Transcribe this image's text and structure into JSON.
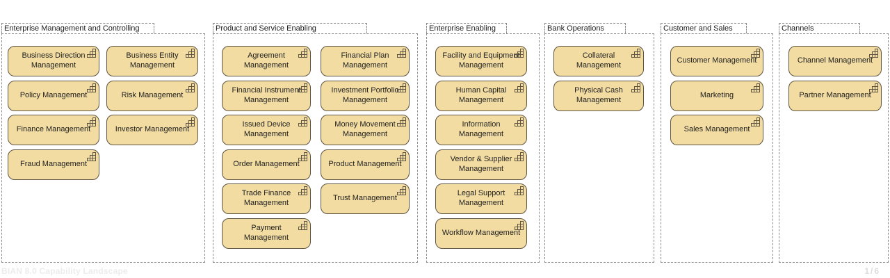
{
  "footer": {
    "title": "BIAN 8.0 Capability Landscape",
    "page": "1/6"
  },
  "colors": {
    "capability_fill": "#f2dca2",
    "capability_border": "#5d5342",
    "group_border": "#8a8a8a",
    "footer_text": "#ececec"
  },
  "diagram": {
    "groups": [
      {
        "label": "Enterprise Management and Controlling",
        "columns": 2,
        "items": [
          "Business Direction Management",
          "Business Entity Management",
          "Policy Management",
          "Risk Management",
          "Finance Management",
          "Investor Management",
          "Fraud Management"
        ]
      },
      {
        "label": "Product and Service Enabling",
        "columns": 2,
        "items": [
          "Agreement Management",
          "Financial Plan Management",
          "Financial Instrument Management",
          "Investment Portfolio Management",
          "Issued Device Management",
          "Money Movement Management",
          "Order Management",
          "Product Management",
          "Trade Finance Management",
          "Trust Management",
          "Payment Management"
        ]
      },
      {
        "label": "Enterprise Enabling",
        "columns": 1,
        "items": [
          "Facility and Equipment Management",
          "Human Capital Management",
          "Information Management",
          "Vendor & Supplier Management",
          "Legal Support Management",
          "Workflow Management"
        ]
      },
      {
        "label": "Bank Operations",
        "columns": 1,
        "items": [
          "Collateral Management",
          "Physical Cash Management"
        ]
      },
      {
        "label": "Customer and Sales",
        "columns": 1,
        "items": [
          "Customer Management",
          "Marketing",
          "Sales Management"
        ]
      },
      {
        "label": "Channels",
        "columns": 1,
        "items": [
          "Channel Management",
          "Partner Management"
        ]
      }
    ]
  }
}
